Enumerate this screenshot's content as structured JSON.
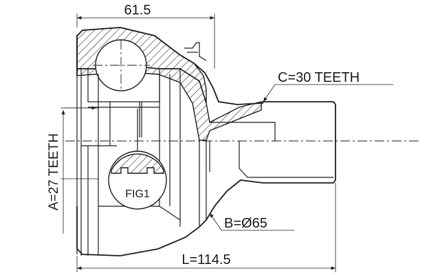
{
  "dimensions": {
    "top_width": "61.5",
    "spline_outer": "C=30 TEETH",
    "spline_inner": "A=27 TEETH",
    "abs_ring": "B=Ø65",
    "total_length": "L=114.5"
  },
  "detail_label": "FIG1"
}
